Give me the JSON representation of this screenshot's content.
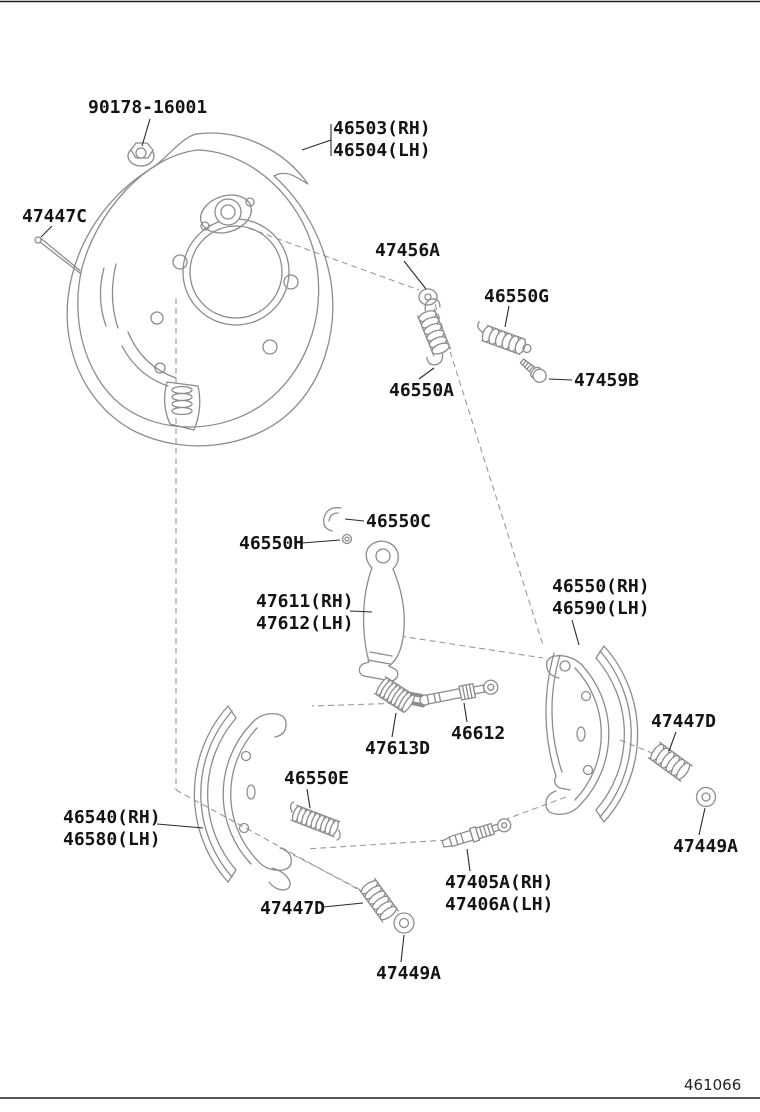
{
  "page": {
    "background": "#ffffff",
    "line_art_color": "#8c8c8c",
    "label_color": "#141414",
    "diagram_number": "461066"
  },
  "labels": {
    "nut": "90178-16001",
    "backing_plate_rh": "46503(RH)",
    "backing_plate_lh": "46504(LH)",
    "pin_47447c": "47447C",
    "washer_47456a": "47456A",
    "spring_46550g": "46550G",
    "spring_46550a": "46550A",
    "bolt_47459b": "47459B",
    "clip_46550c": "46550C",
    "ring_46550h": "46550H",
    "lever_rh": "47611(RH)",
    "lever_lh": "47612(LH)",
    "shoe_right_rh": "46550(RH)",
    "shoe_right_lh": "46590(LH)",
    "spring_47447d_right": "47447D",
    "adjuster_46612": "46612",
    "spring_47613d": "47613D",
    "spring_46550e": "46550E",
    "shoe_left_rh": "46540(RH)",
    "shoe_left_lh": "46580(LH)",
    "washer_47449a_right": "47449A",
    "strut_rh": "47405A(RH)",
    "strut_lh": "47406A(LH)",
    "spring_47447d_bottom": "47447D",
    "washer_47449a_bottom": "47449A"
  }
}
